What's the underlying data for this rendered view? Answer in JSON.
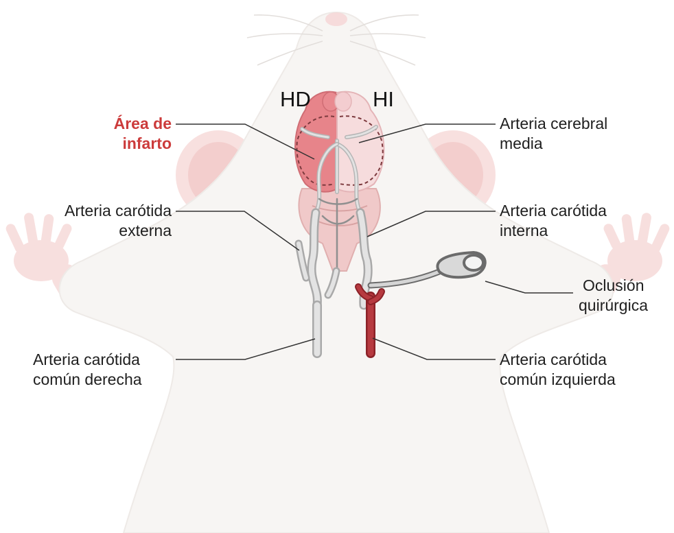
{
  "hemispheres": {
    "right": "HD",
    "left": "HI"
  },
  "labels": {
    "infarct": [
      "Área de",
      "infarto"
    ],
    "mca": [
      "Arteria cerebral",
      "media"
    ],
    "eca": [
      "Arteria carótida",
      "externa"
    ],
    "ica": [
      "Arteria carótida",
      "interna"
    ],
    "occlusion": [
      "Oclusión",
      "quirúrgica"
    ],
    "rcca": [
      "Arteria carótida",
      "común derecha"
    ],
    "lcca": [
      "Arteria carótida",
      "común izquierda"
    ]
  },
  "colors": {
    "infarct_label": "#cc3b3b",
    "infarct_area": "#e7848a",
    "healthy_hemisphere": "#f6dcdd",
    "occluded_artery": "#a92e34",
    "artery": "#d4d4d4",
    "body": "#f7f5f3",
    "ear": "#f5d5d4"
  },
  "icons": [
    "rat-body",
    "brain",
    "surgical-clip"
  ]
}
